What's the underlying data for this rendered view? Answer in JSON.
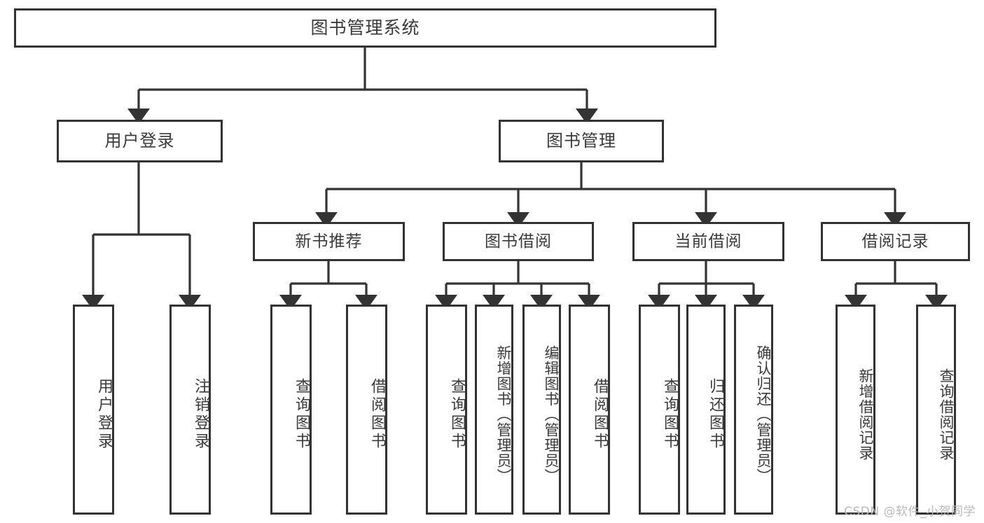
{
  "diagram": {
    "title": "图书管理系统",
    "type": "tree",
    "orientation": "top-down",
    "colors": {
      "node_border": "#333333",
      "node_fill": "#ffffff",
      "text": "#3a3a3a",
      "connector": "#333333",
      "watermark": "#b9b9b9",
      "background": "#ffffff"
    },
    "root": {
      "label": "图书管理系统"
    },
    "level2": [
      {
        "label": "用户登录"
      },
      {
        "label": "图书管理"
      }
    ],
    "level3": [
      {
        "label": "新书推荐"
      },
      {
        "label": "图书借阅"
      },
      {
        "label": "当前借阅"
      },
      {
        "label": "借阅记录"
      }
    ],
    "leaves": {
      "user_login": [
        {
          "label": "用户登录"
        },
        {
          "label": "注销登录"
        }
      ],
      "new_book_recommend": [
        {
          "label": "查询图书"
        },
        {
          "label": "借阅图书"
        }
      ],
      "book_borrow": [
        {
          "label": "查询图书"
        },
        {
          "label": "新增图书（管理员）"
        },
        {
          "label": "编辑图书（管理员）"
        },
        {
          "label": "借阅图书"
        }
      ],
      "current_borrow": [
        {
          "label": "查询图书"
        },
        {
          "label": "归还图书"
        },
        {
          "label": "确认归还（管理员）"
        }
      ],
      "borrow_record": [
        {
          "label": "新增借阅记录"
        },
        {
          "label": "查询借阅记录"
        }
      ]
    },
    "watermark": "CSDN @软件_小贺同学"
  }
}
